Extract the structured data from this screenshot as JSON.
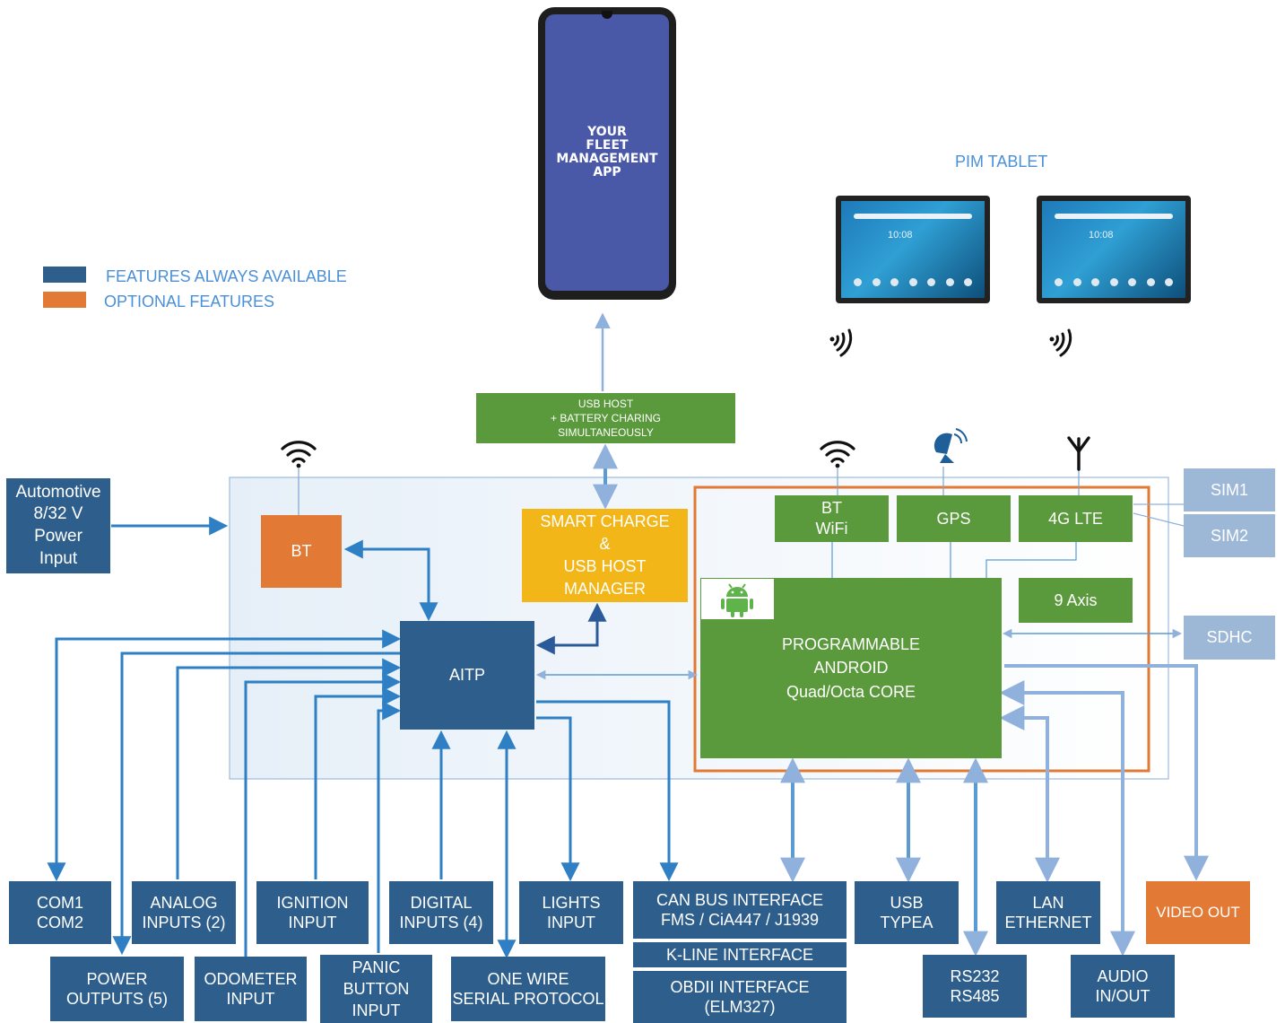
{
  "legend": {
    "items": [
      {
        "label": "FEATURES ALWAYS AVAILABLE",
        "color": "#2e5f8c"
      },
      {
        "label": "OPTIONAL FEATURES",
        "color": "#e27a35"
      }
    ]
  },
  "phone": {
    "lines": [
      "YOUR",
      "FLEET",
      "MANAGEMENT",
      "APP"
    ]
  },
  "pim": {
    "label": "PIM TABLET",
    "tablet_time": "10:08"
  },
  "colors": {
    "blue": "#2e5f8c",
    "green": "#5b9a3c",
    "orange": "#e27a35",
    "yellow": "#f2b619",
    "light_blue": "#9db8d6",
    "arrow": "#2e7fc4",
    "arrow_light": "#8fb1db"
  },
  "blocks": {
    "usb_host": {
      "lines": [
        "USB HOST",
        "+ BATTERY CHARING",
        "SIMULTANEOUSLY"
      ]
    },
    "automotive": {
      "lines": [
        "Automotive",
        "8/32 V",
        "Power",
        "Input"
      ]
    },
    "bt_module": {
      "lines": [
        "BT"
      ]
    },
    "smart_charge": {
      "lines": [
        "SMART CHARGE",
        "&",
        "USB HOST",
        "MANAGER"
      ]
    },
    "aitp": {
      "lines": [
        "AITP"
      ]
    },
    "bt_wifi": {
      "lines": [
        "BT",
        "WiFi"
      ]
    },
    "gps": {
      "lines": [
        "GPS"
      ]
    },
    "lte": {
      "lines": [
        "4G LTE"
      ]
    },
    "axis9": {
      "lines": [
        "9 Axis"
      ]
    },
    "android": {
      "lines": [
        "PROGRAMMABLE",
        "ANDROID",
        "Quad/Octa CORE"
      ]
    },
    "sim1": {
      "lines": [
        "SIM1"
      ]
    },
    "sim2": {
      "lines": [
        "SIM2"
      ]
    },
    "sdhc": {
      "lines": [
        "SDHC"
      ]
    },
    "com": {
      "lines": [
        "COM1",
        "COM2"
      ]
    },
    "analog": {
      "lines": [
        "ANALOG",
        "INPUTS (2)"
      ]
    },
    "ignition": {
      "lines": [
        "IGNITION",
        "INPUT"
      ]
    },
    "digital": {
      "lines": [
        "DIGITAL",
        "INPUTS (4)"
      ]
    },
    "lights": {
      "lines": [
        "LIGHTS",
        "INPUT"
      ]
    },
    "can_bus": {
      "lines": [
        "CAN BUS INTERFACE",
        "FMS / CiA447 / J1939"
      ]
    },
    "kline": {
      "lines": [
        "K-LINE INTERFACE"
      ]
    },
    "obdii": {
      "lines": [
        "OBDII INTERFACE",
        "(ELM327)"
      ]
    },
    "usb_typea": {
      "lines": [
        "USB",
        "TYPEA"
      ]
    },
    "lan": {
      "lines": [
        "LAN",
        "ETHERNET"
      ]
    },
    "video_out": {
      "lines": [
        "VIDEO OUT"
      ]
    },
    "power_outputs": {
      "lines": [
        "POWER",
        "OUTPUTS (5)"
      ]
    },
    "odometer": {
      "lines": [
        "ODOMETER",
        "INPUT"
      ]
    },
    "panic": {
      "lines": [
        "PANIC",
        "BUTTON",
        "INPUT"
      ]
    },
    "one_wire": {
      "lines": [
        "ONE WIRE",
        "SERIAL PROTOCOL"
      ]
    },
    "rs": {
      "lines": [
        "RS232",
        "RS485"
      ]
    },
    "audio": {
      "lines": [
        "AUDIO",
        "IN/OUT"
      ]
    }
  }
}
